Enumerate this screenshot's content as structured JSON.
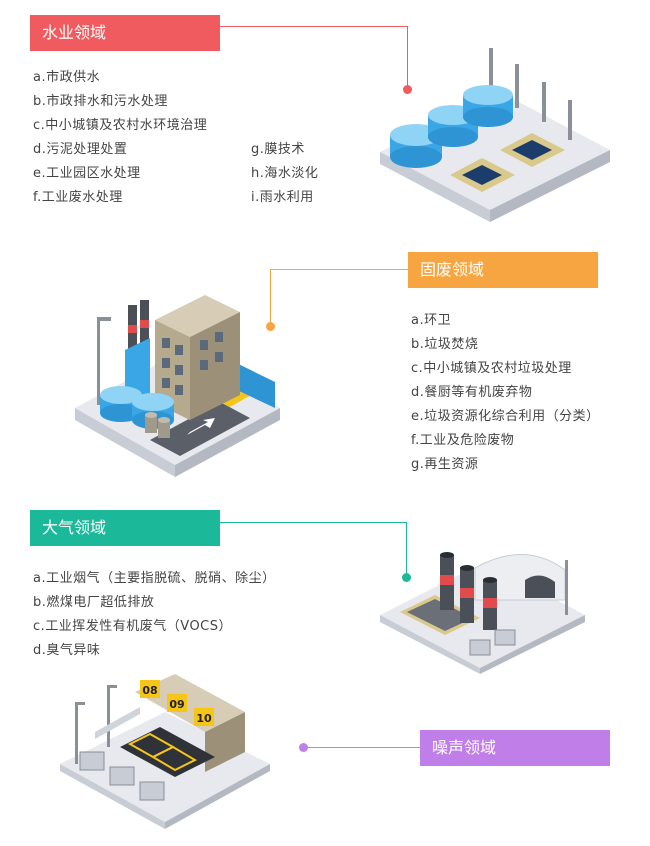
{
  "colors": {
    "water": "#f05b5f",
    "solid": "#f7a541",
    "air": "#1bb99a",
    "noise": "#c07fe8"
  },
  "water": {
    "title": "水业领域",
    "items_left": [
      "a.市政供水",
      "b.市政排水和污水处理",
      "c.中小城镇及农村水环境治理",
      "d.污泥处理处置",
      "e.工业园区水处理",
      "f.工业废水处理"
    ],
    "items_right": [
      "g.膜技术",
      "h.海水淡化",
      "i.雨水利用"
    ]
  },
  "solid": {
    "title": "固废领域",
    "items": [
      "a.环卫",
      "b.垃圾焚烧",
      "c.中小城镇及农村垃圾处理",
      "d.餐厨等有机废弃物",
      "e.垃圾资源化综合利用（分类）",
      "f.工业及危险废物",
      "g.再生资源"
    ]
  },
  "air": {
    "title": "大气领域",
    "items": [
      "a.工业烟气（主要指脱硫、脱硝、除尘）",
      "b.燃煤电厂超低排放",
      "c.工业挥发性有机废气（VOCS）",
      "d.臭气异味"
    ]
  },
  "noise": {
    "title": "噪声领域",
    "signs": [
      "08",
      "09",
      "10"
    ]
  }
}
